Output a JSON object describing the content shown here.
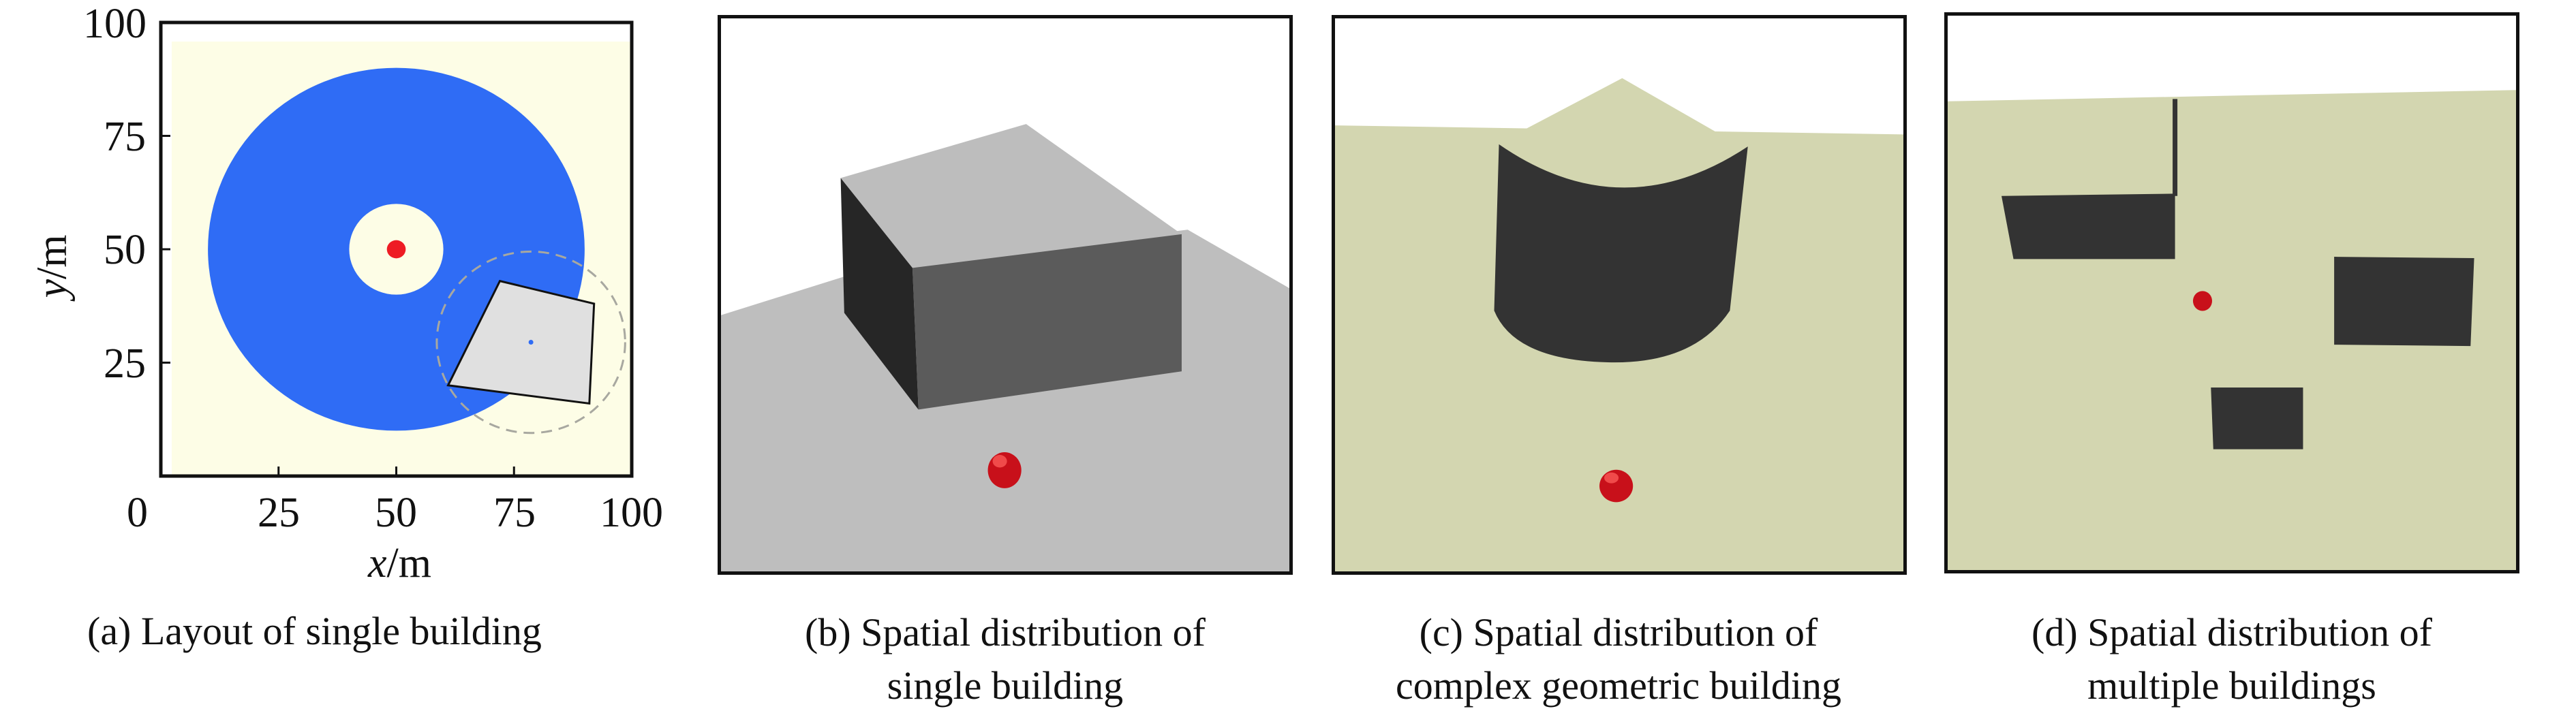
{
  "panel_a": {
    "caption": "(a) Layout of single building",
    "xlabel_var": "x",
    "xlabel_unit": "/m",
    "ylabel_var": "y",
    "ylabel_unit": "/m",
    "x_ticks": [
      "0",
      "25",
      "50",
      "75",
      "100"
    ],
    "y_ticks": [
      "25",
      "50",
      "75",
      "100"
    ],
    "colors": {
      "background": "#fdfde6",
      "coverage": "#2f6cf5",
      "inner": "#fdfde6",
      "source": "#ee1c24",
      "building": "#e0e0e0",
      "dashed": "#a8a8a0"
    },
    "chart_data": {
      "type": "diagram",
      "xlim": [
        0,
        100
      ],
      "ylim": [
        0,
        100
      ],
      "coverage_circle": {
        "cx": 50,
        "cy": 50,
        "r": 40
      },
      "inner_circle": {
        "cx": 50,
        "cy": 50,
        "r": 10
      },
      "source_point": {
        "x": 50,
        "y": 50
      },
      "building_polygon": [
        [
          72,
          43
        ],
        [
          92,
          38
        ],
        [
          91,
          16
        ],
        [
          61,
          20
        ]
      ],
      "building_center": {
        "x": 78.6,
        "y": 29.5
      },
      "building_radius_circle": {
        "cx": 78.6,
        "cy": 29.5,
        "r": 20
      }
    }
  },
  "panel_b": {
    "caption_line1": "(b) Spatial distribution of",
    "caption_line2": "single building"
  },
  "panel_c": {
    "caption_line1": "(c) Spatial distribution of",
    "caption_line2": "complex geometric building"
  },
  "panel_d": {
    "caption_line1": "(d) Spatial distribution of",
    "caption_line2": "multiple buildings"
  }
}
